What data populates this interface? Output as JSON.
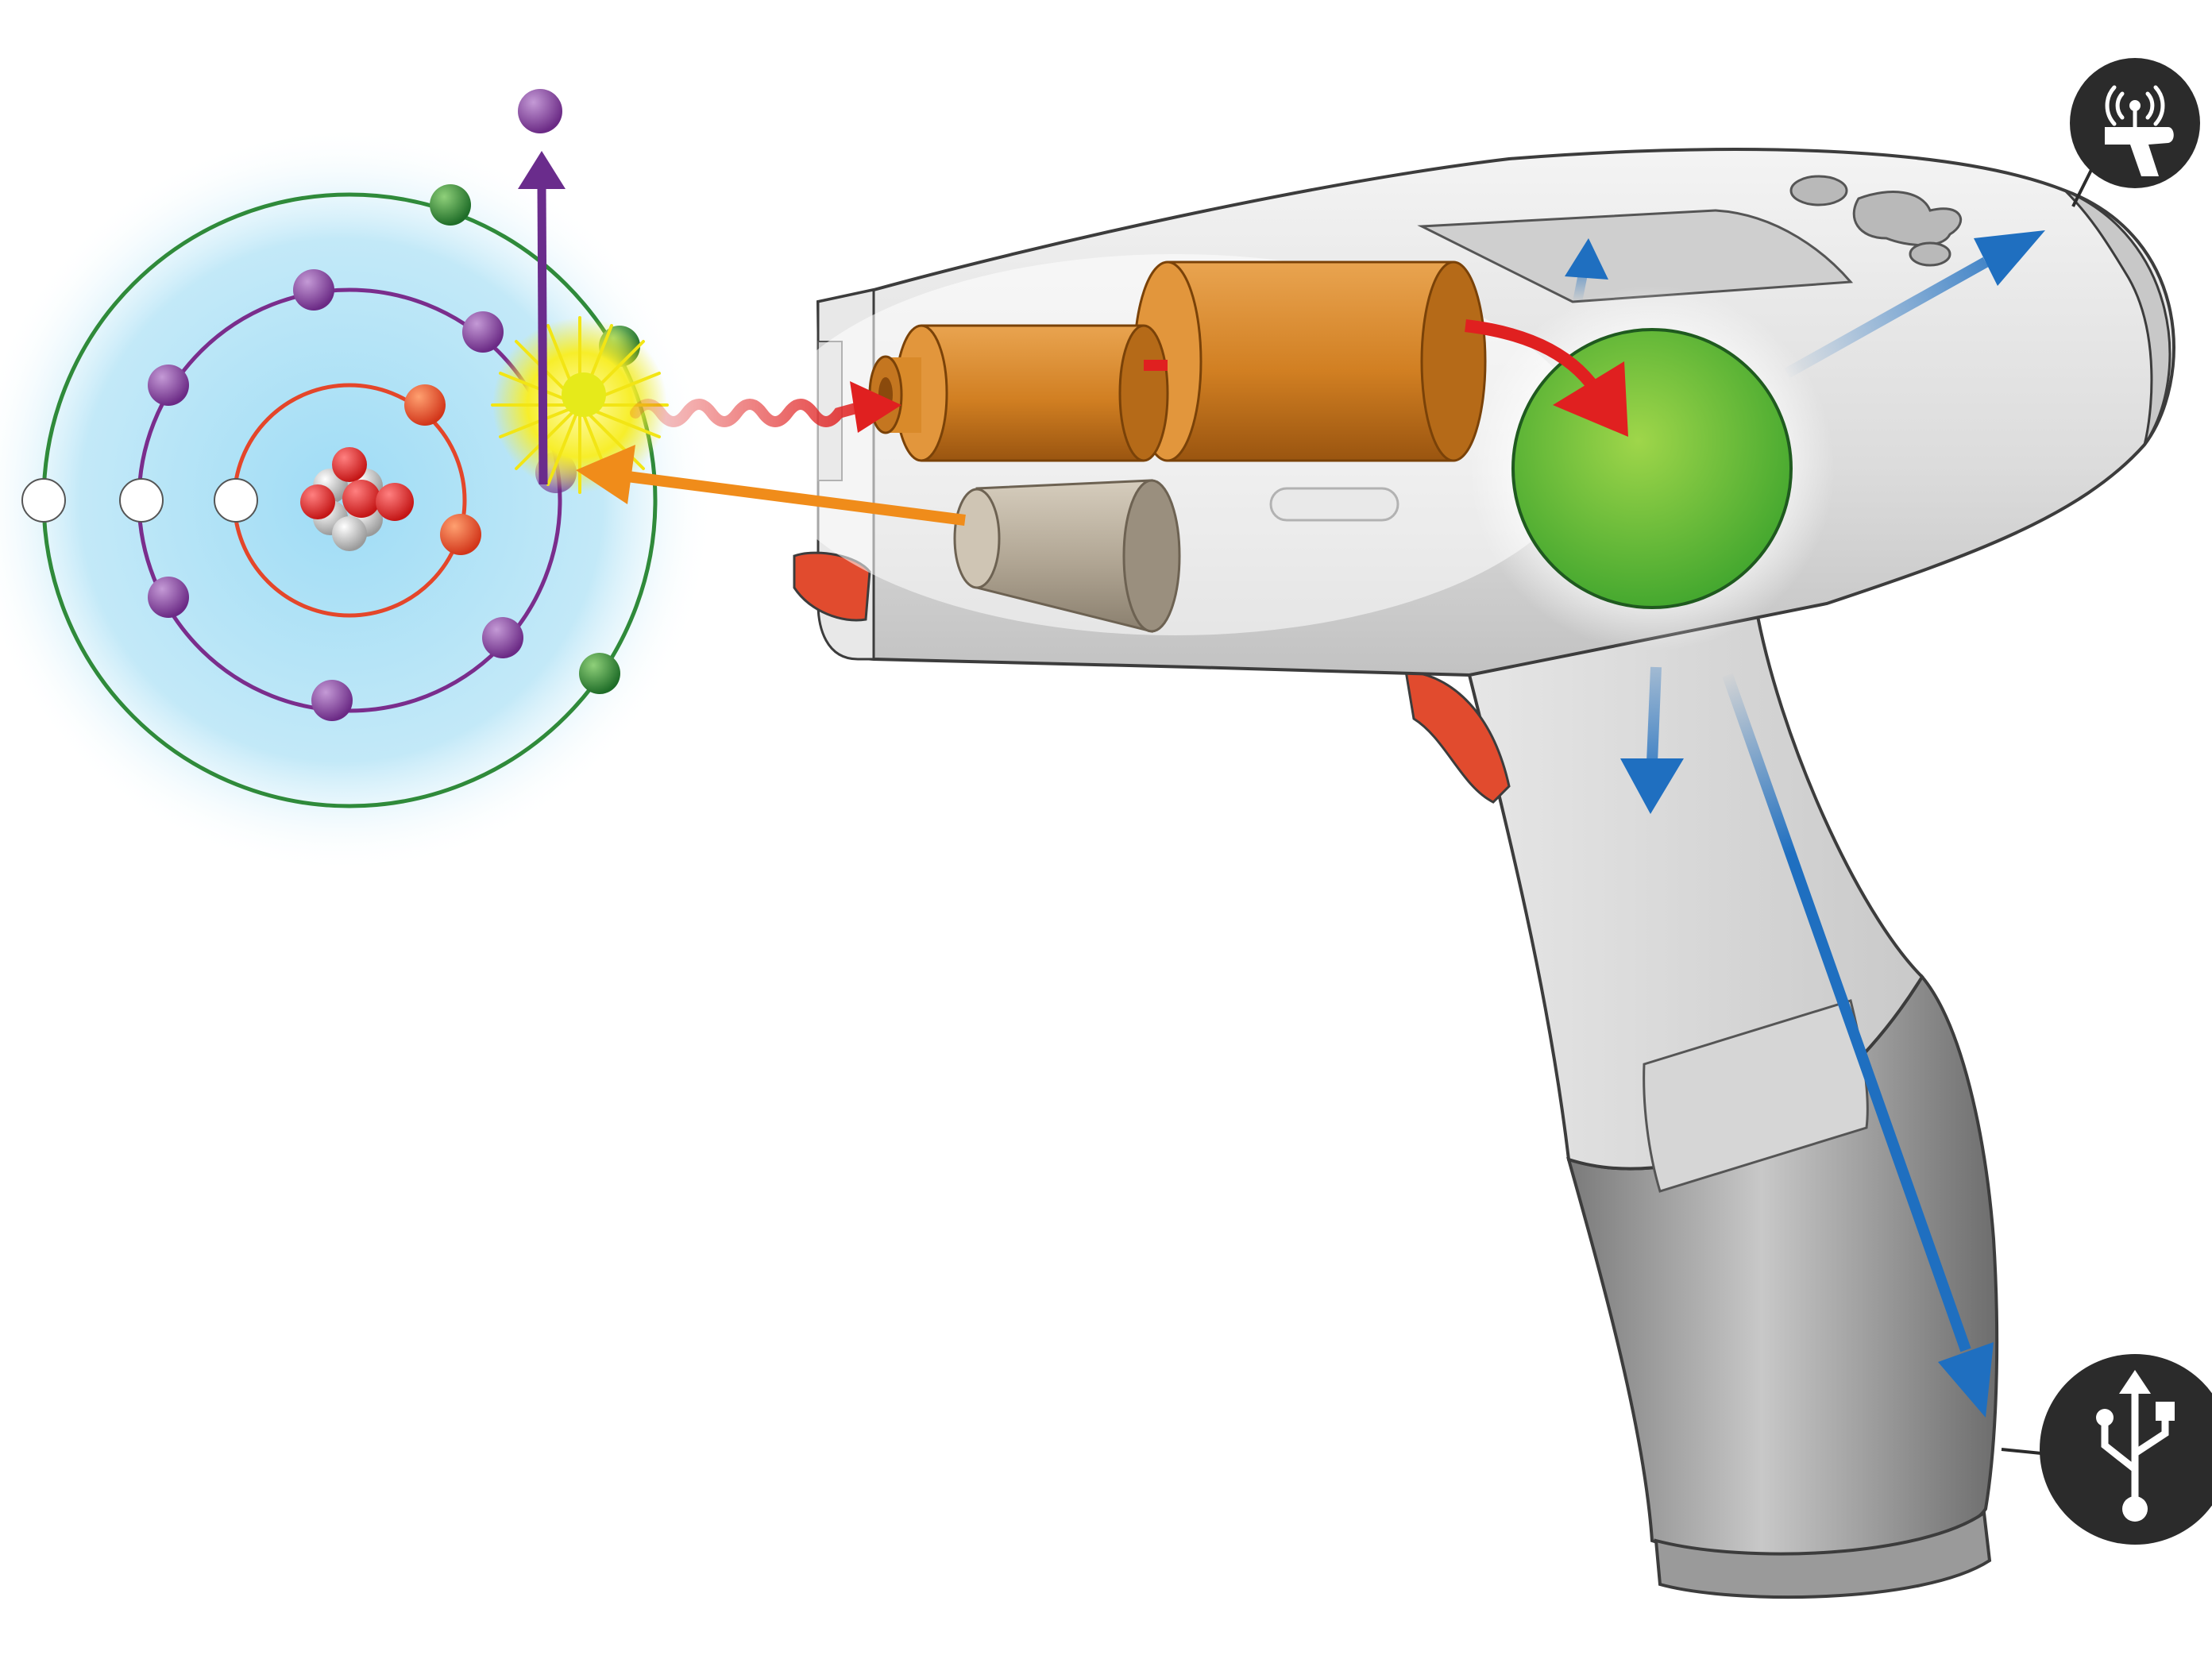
{
  "diagram": {
    "type": "handheld-xrf-analyzer-illustration",
    "atom": {
      "shells": [
        "inner",
        "middle",
        "outer"
      ],
      "vacancy_count": 3
    },
    "components": [
      "x-ray-tube",
      "filter",
      "detector",
      "signal-processor",
      "trigger",
      "front-button",
      "grip-panel",
      "battery"
    ],
    "icons": [
      "wireless-icon",
      "usb-icon"
    ],
    "colors": {
      "inner_shell": "#e4462a",
      "middle_shell": "#7a2d8c",
      "outer_shell": "#2f8a3a",
      "tube": "#d98a2a",
      "detector": "#b3a896",
      "processor": "#5fb53a",
      "incident_beam": "#e02020",
      "fluorescence_beam": "#f08c1a",
      "ejected_electron": "#6a2c8c",
      "data_flow": "#1f6fc0",
      "trigger": "#e14b2e",
      "icon_bg": "#2b2b2b"
    }
  }
}
